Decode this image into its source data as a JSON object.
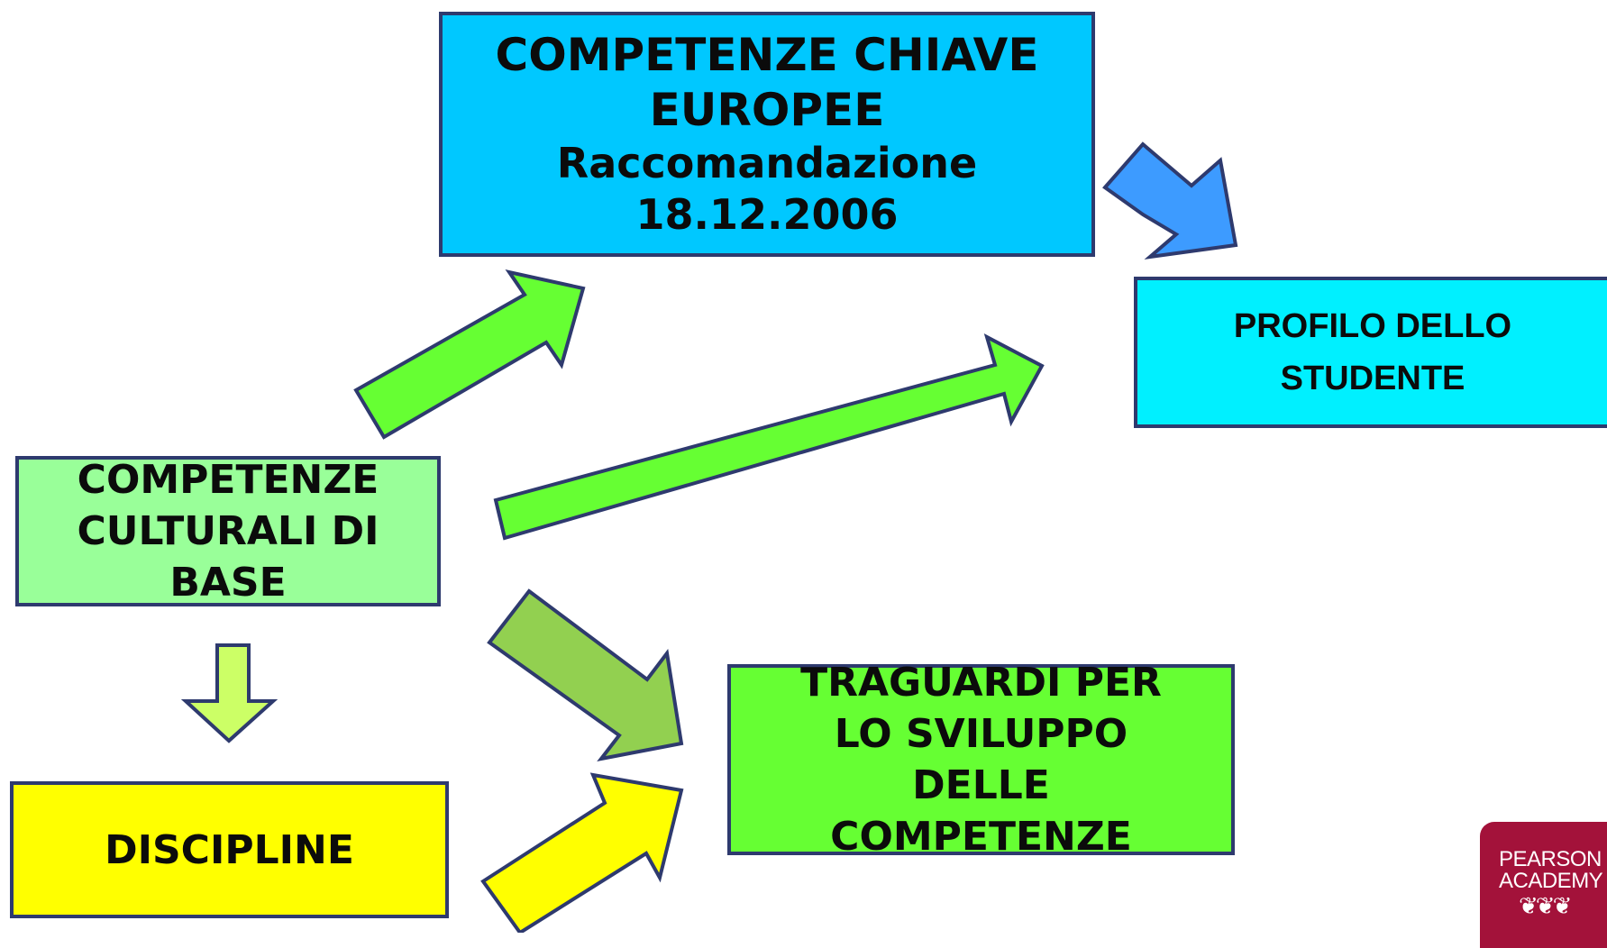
{
  "boxes": {
    "chiave": {
      "line1": "COMPETENZE CHIAVE",
      "line2": "EUROPEE",
      "line3": "Raccomandazione",
      "line4": "18.12.2006",
      "color": "#00c8ff"
    },
    "profilo": {
      "line1": "PROFILO DELLO",
      "line2": "STUDENTE",
      "color": "#00f0ff"
    },
    "culturali": {
      "line1": "COMPETENZE",
      "line2": "CULTURALI DI",
      "line3": "BASE",
      "color": "#99ff99"
    },
    "traguardi": {
      "line1": "TRAGUARDI PER",
      "line2": "LO SVILUPPO",
      "line3": "DELLE",
      "line4": "COMPETENZE",
      "color": "#66ff33"
    },
    "discipline": {
      "label": "DISCIPLINE",
      "color": "#ffff00"
    }
  },
  "arrows": [
    {
      "from": "culturali",
      "to": "chiave",
      "color": "#66ff33"
    },
    {
      "from": "culturali",
      "to": "profilo",
      "color": "#66ff33"
    },
    {
      "from": "chiave",
      "to": "profilo",
      "color": "#3d9bff"
    },
    {
      "from": "culturali",
      "to": "discipline",
      "color": "#ccff66"
    },
    {
      "from": "culturali",
      "to": "traguardi",
      "color": "#92d050"
    },
    {
      "from": "discipline",
      "to": "traguardi",
      "color": "#ffff00"
    }
  ],
  "logo": {
    "line1": "PEARSON",
    "line2": "ACADEMY",
    "color": "#a3123a"
  },
  "border_color": "#2e3a6e"
}
